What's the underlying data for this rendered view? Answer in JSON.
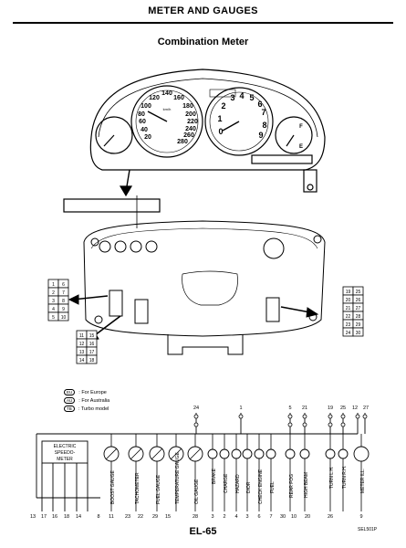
{
  "header": {
    "title": "METER AND GAUGES",
    "subtitle": "Combination Meter"
  },
  "footer": {
    "page": "EL-65",
    "ref": "SEL501P"
  },
  "legend": [
    {
      "key": "EU",
      "text": ": For Europe"
    },
    {
      "key": "AU",
      "text": ": For Australia"
    },
    {
      "key": "TB",
      "text": ": Turbo model"
    }
  ],
  "gauges": {
    "speedo_ticks": [
      "120",
      "140",
      "160",
      "100",
      "80",
      "60",
      "40",
      "20",
      "180",
      "200",
      "220",
      "240",
      "260",
      "280"
    ],
    "speedo_unit": "km/h",
    "tacho_ticks": [
      "3",
      "4",
      "5",
      "6",
      "7",
      "2",
      "1",
      "0",
      "8",
      "9"
    ],
    "fuel_marks": [
      "F",
      "E"
    ]
  },
  "connector_left": [
    "1",
    "6",
    "2",
    "7",
    "3",
    "8",
    "4",
    "9",
    "5",
    "10"
  ],
  "connector_bottom": [
    "11",
    "15",
    "12",
    "16",
    "13",
    "17",
    "14",
    "18"
  ],
  "connector_right": [
    "19",
    "25",
    "20",
    "26",
    "21",
    "27",
    "22",
    "28",
    "23",
    "29",
    "24",
    "30"
  ],
  "schematic": {
    "top_pins": [
      "24",
      "1",
      "5",
      "21",
      "19",
      "25",
      "12",
      "27"
    ],
    "speedo_box": [
      "ELECTRIC",
      "SPEEDO-",
      "METER"
    ],
    "components": [
      "BOOST GAUGE",
      "TACHOMETER",
      "FUEL GAUGE",
      "TEMPERATURE GAUGE",
      "OIL GAUGE",
      "BRAKE",
      "CHARGE",
      "HAZARD",
      "DIOR",
      "CHECK ENGINE",
      "FUEL",
      "REAR FOG",
      "HIGH BEAM",
      "TURN L.H.",
      "TURN R.H.",
      "METER ILL."
    ],
    "bottom_pins": [
      "13",
      "17",
      "16",
      "18",
      "14",
      "8",
      "11",
      "23",
      "22",
      "29",
      "15",
      "28",
      "3",
      "2",
      "4",
      "3",
      "6",
      "7",
      "30",
      "10",
      "20",
      "26",
      "9"
    ]
  }
}
